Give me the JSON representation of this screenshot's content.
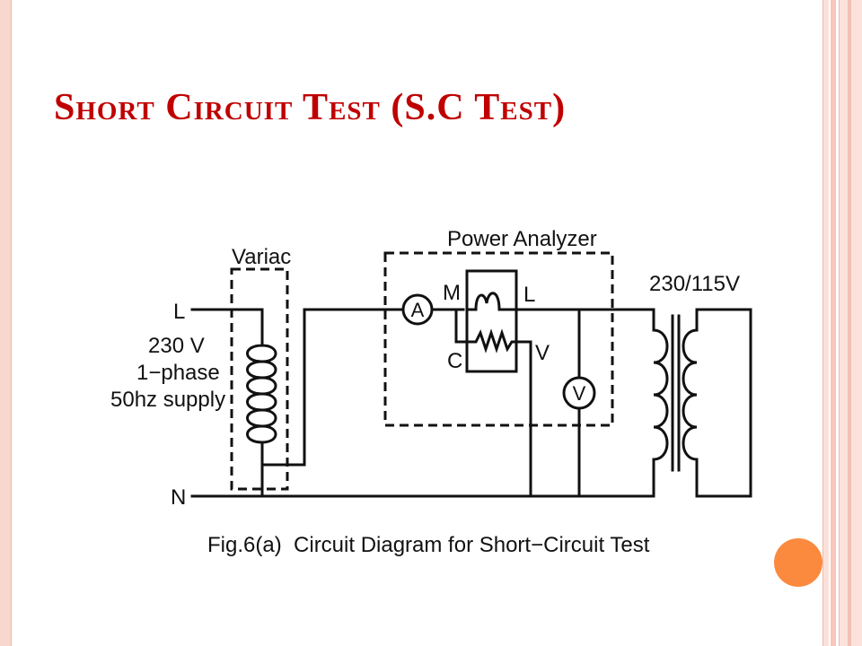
{
  "slide": {
    "title": "Short Circuit Test (S.C Test)"
  },
  "diagram": {
    "labels": {
      "variac": "Variac",
      "power_analyzer": "Power Analyzer",
      "transformer_rating": "230/115V",
      "line": "L",
      "neutral": "N",
      "supply_voltage": "230 V",
      "supply_phase": "1−phase",
      "supply_freq": "50hz supply",
      "ammeter": "A",
      "voltmeter": "V",
      "terminal_m": "M",
      "terminal_l": "L",
      "terminal_c": "C",
      "terminal_v": "V"
    },
    "caption": "Fig.6(a)  Circuit Diagram for Short−Circuit Test"
  },
  "colors": {
    "title": "#c00000",
    "accent_dot": "#fb8a3f",
    "border": "#f8d7cf"
  }
}
